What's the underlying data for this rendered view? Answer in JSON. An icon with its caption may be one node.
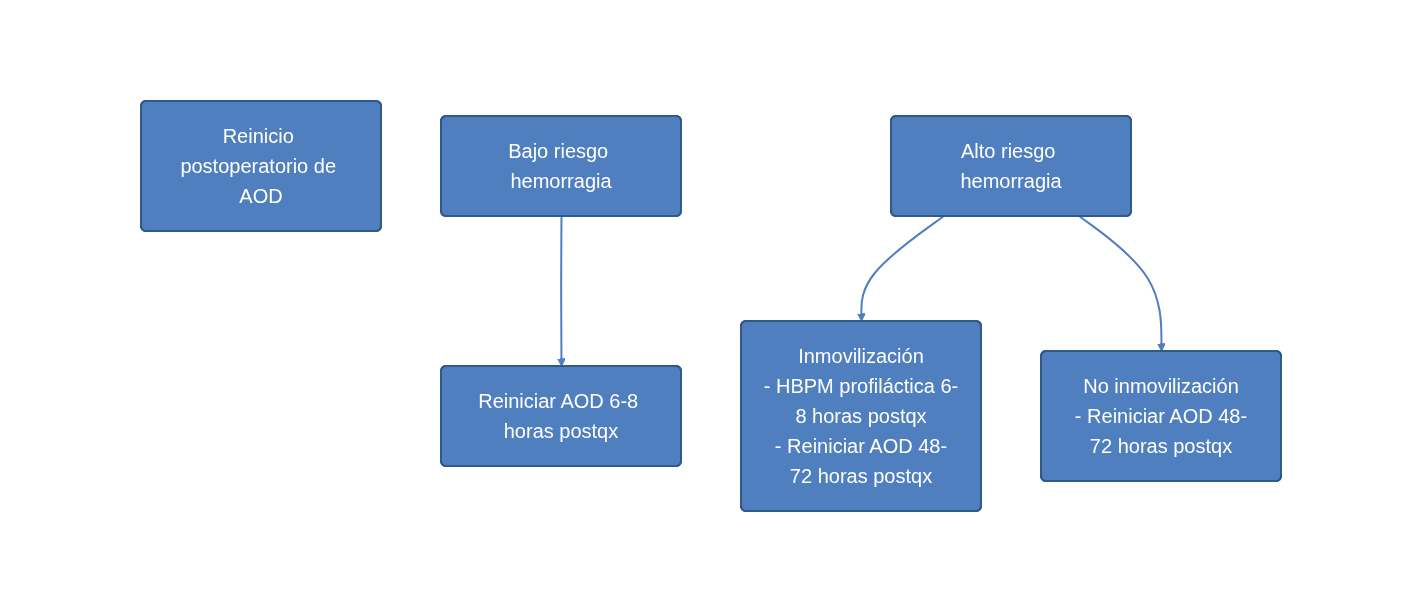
{
  "diagram": {
    "nodes": [
      {
        "text": [
          "Reinicio postoperatorio de AOD"
        ]
      },
      {
        "text": [
          "Bajo riesgo hemorragia"
        ]
      },
      {
        "text": [
          "Alto riesgo hemorragia"
        ]
      },
      {
        "text": [
          "Reiniciar AOD 6-8 horas postqx"
        ]
      },
      {
        "text": [
          "Inmovilización",
          "- HBPM profiláctica 6-8 horas postqx",
          "- Reiniciar AOD 48-72 horas postqx"
        ]
      },
      {
        "text": [
          "No inmovilización",
          "- Reiniciar AOD 48-72 horas postqx"
        ]
      }
    ],
    "edges": [
      {
        "from": 1,
        "to": 3,
        "arrow": "to"
      },
      {
        "from": 2,
        "to": 4,
        "arrow": "to"
      },
      {
        "from": 2,
        "to": 5,
        "arrow": "to"
      }
    ]
  }
}
